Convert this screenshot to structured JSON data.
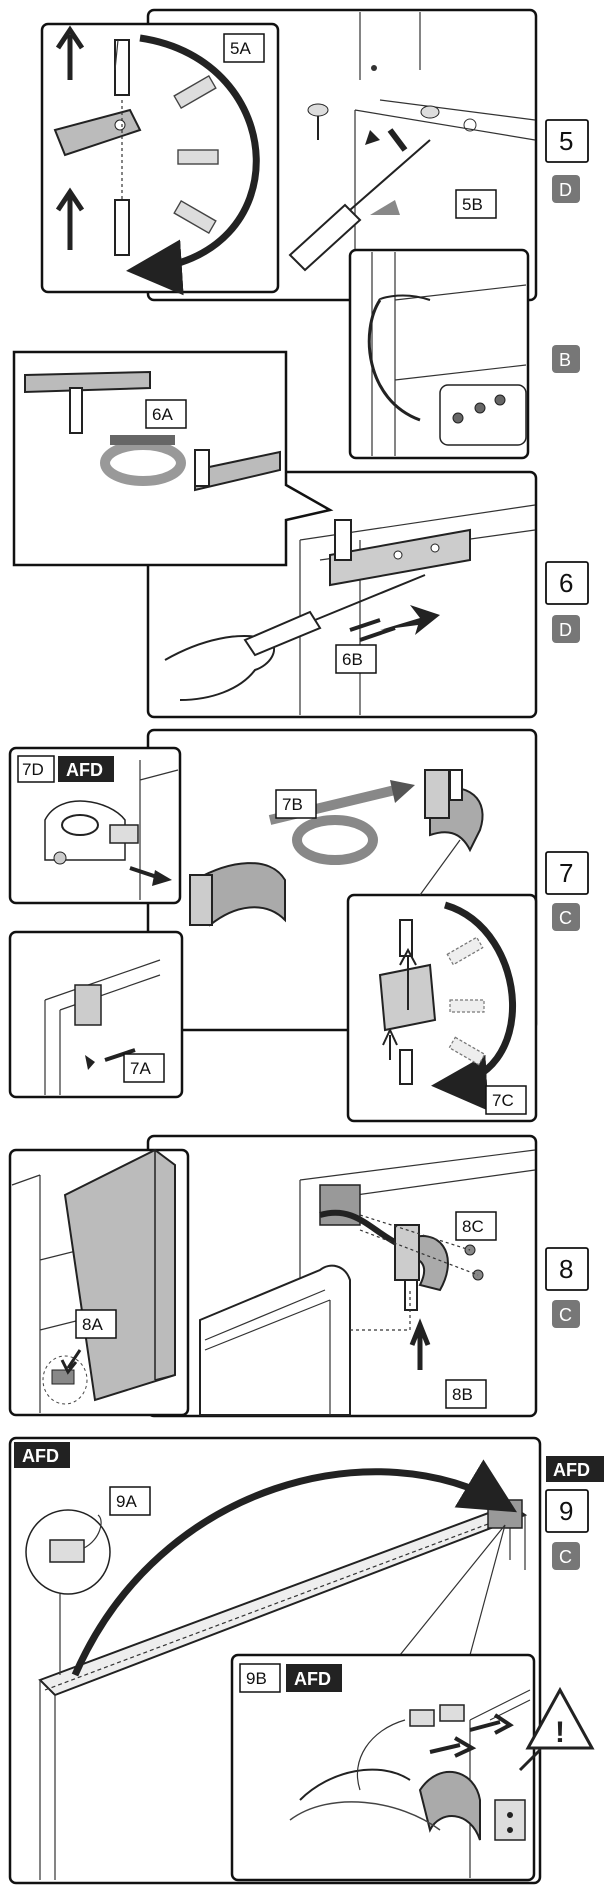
{
  "steps": [
    {
      "number": "5",
      "letters": [
        "D",
        "B"
      ],
      "labels": [
        "5A",
        "5B"
      ]
    },
    {
      "number": "6",
      "letters": [
        "D"
      ],
      "labels": [
        "6A",
        "6B"
      ]
    },
    {
      "number": "7",
      "letters": [
        "C"
      ],
      "labels": [
        "7D",
        "7B",
        "7A",
        "7C"
      ],
      "tags": [
        "AFD"
      ]
    },
    {
      "number": "8",
      "letters": [
        "C"
      ],
      "labels": [
        "8A",
        "8B",
        "8C"
      ]
    },
    {
      "number": "9",
      "letters": [
        "C"
      ],
      "labels": [
        "9A",
        "9B"
      ],
      "tags": [
        "AFD",
        "AFD",
        "AFD"
      ]
    }
  ],
  "warning_symbol": "!"
}
